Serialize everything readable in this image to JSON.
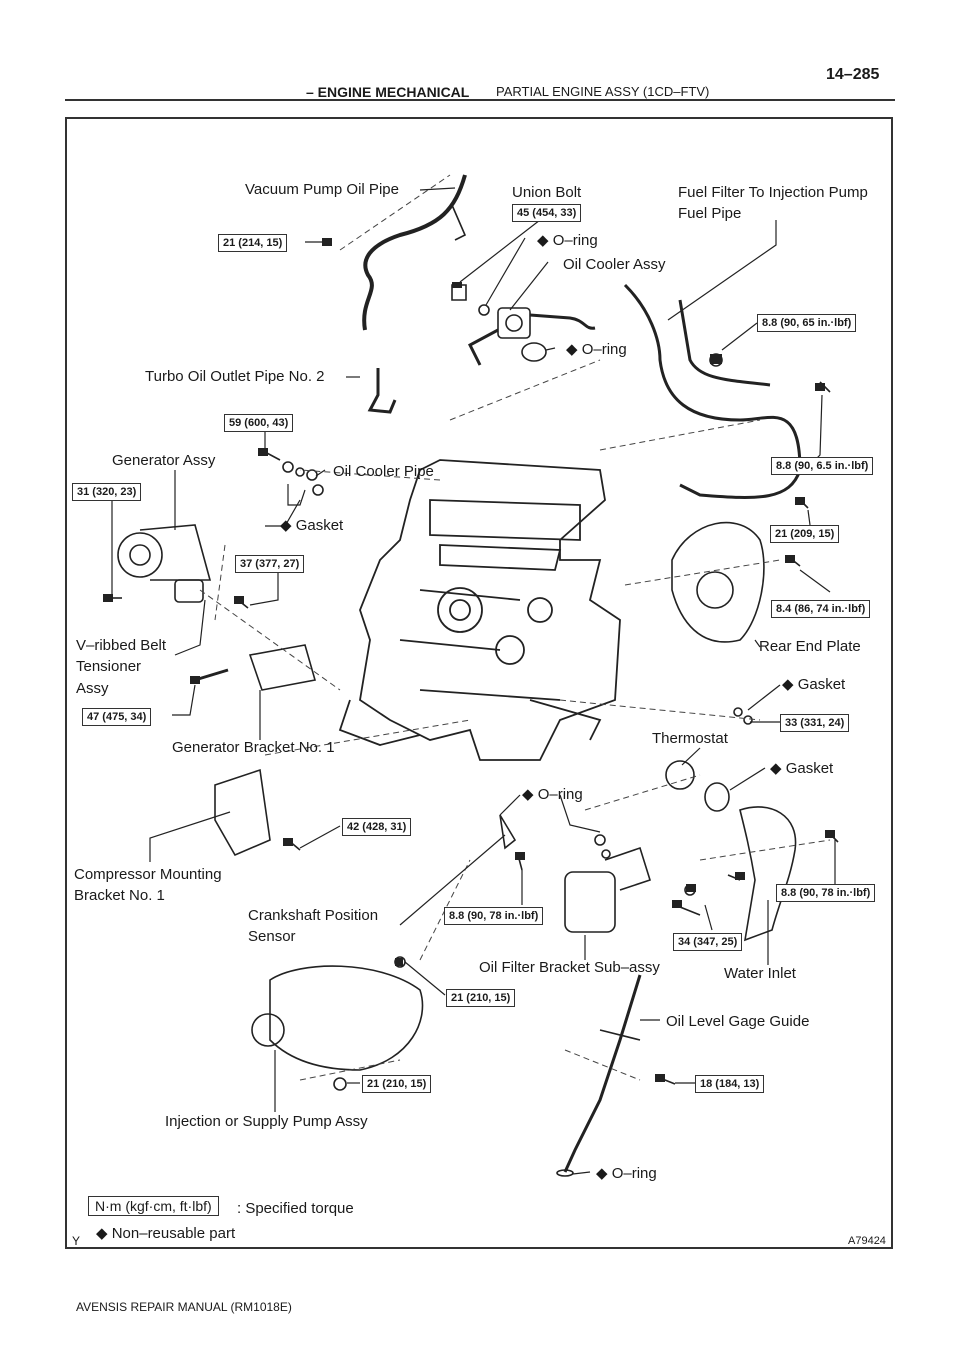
{
  "header": {
    "page_number": "14–285",
    "section": "– ENGINE MECHANICAL",
    "separator": "–",
    "subsection": "PARTIAL ENGINE ASSY (1CD–FTV)"
  },
  "diagram": {
    "figure_id": "A79424",
    "corner_mark": "Y",
    "labels": {
      "vacuum_pump_oil_pipe": "Vacuum Pump Oil Pipe",
      "union_bolt": "Union Bolt",
      "fuel_filter_pipe_1": "Fuel Filter To Injection Pump",
      "fuel_filter_pipe_2": "Fuel Pipe",
      "oring_1": "◆ O–ring",
      "oil_cooler_assy": "Oil Cooler Assy",
      "oring_2": "◆ O–ring",
      "turbo_oil_outlet_pipe": "Turbo Oil Outlet Pipe No. 2",
      "generator_assy": "Generator Assy",
      "oil_cooler_pipe": "Oil Cooler Pipe",
      "gasket_1": "◆ Gasket",
      "vribbed_1": "V–ribbed Belt",
      "vribbed_2": "Tensioner",
      "vribbed_3": "Assy",
      "rear_end_plate": "Rear End Plate",
      "gasket_2": "◆ Gasket",
      "thermostat": "Thermostat",
      "generator_bracket": "Generator Bracket No. 1",
      "gasket_3": "◆ Gasket",
      "oring_3": "◆ O–ring",
      "compressor_1": "Compressor Mounting",
      "compressor_2": "Bracket No. 1",
      "crank_1": "Crankshaft Position",
      "crank_2": "Sensor",
      "oil_filter_bracket": "Oil Filter Bracket Sub–assy",
      "water_inlet": "Water Inlet",
      "oil_level_gage_guide": "Oil Level Gage Guide",
      "injection_pump": "Injection or Supply Pump Assy",
      "oring_4": "◆ O–ring"
    },
    "torques": {
      "t_45": "45 (454, 33)",
      "t_21a": "21 (214, 15)",
      "t_88a": "8.8 (90, 65 in.·lbf)",
      "t_59": "59 (600, 43)",
      "t_88b": "8.8 (90, 6.5 in.·lbf)",
      "t_31": "31 (320, 23)",
      "t_21b": "21 (209, 15)",
      "t_37": "37 (377, 27)",
      "t_84": "8.4 (86, 74 in.·lbf)",
      "t_47": "47 (475, 34)",
      "t_33": "33 (331, 24)",
      "t_42": "42 (428, 31)",
      "t_88c": "8.8 (90, 78 in.·lbf)",
      "t_88d": "8.8 (90, 78 in.·lbf)",
      "t_34": "34 (347, 25)",
      "t_21c": "21 (210, 15)",
      "t_21d": "21 (210, 15)",
      "t_18": "18 (184, 13)"
    },
    "legend": {
      "unit_box": "N·m (kgf·cm, ft·lbf)",
      "unit_desc": ": Specified torque",
      "nonreusable": "◆ Non–reusable part"
    }
  },
  "footer": {
    "manual": "AVENSIS REPAIR MANUAL   (RM1018E)"
  }
}
